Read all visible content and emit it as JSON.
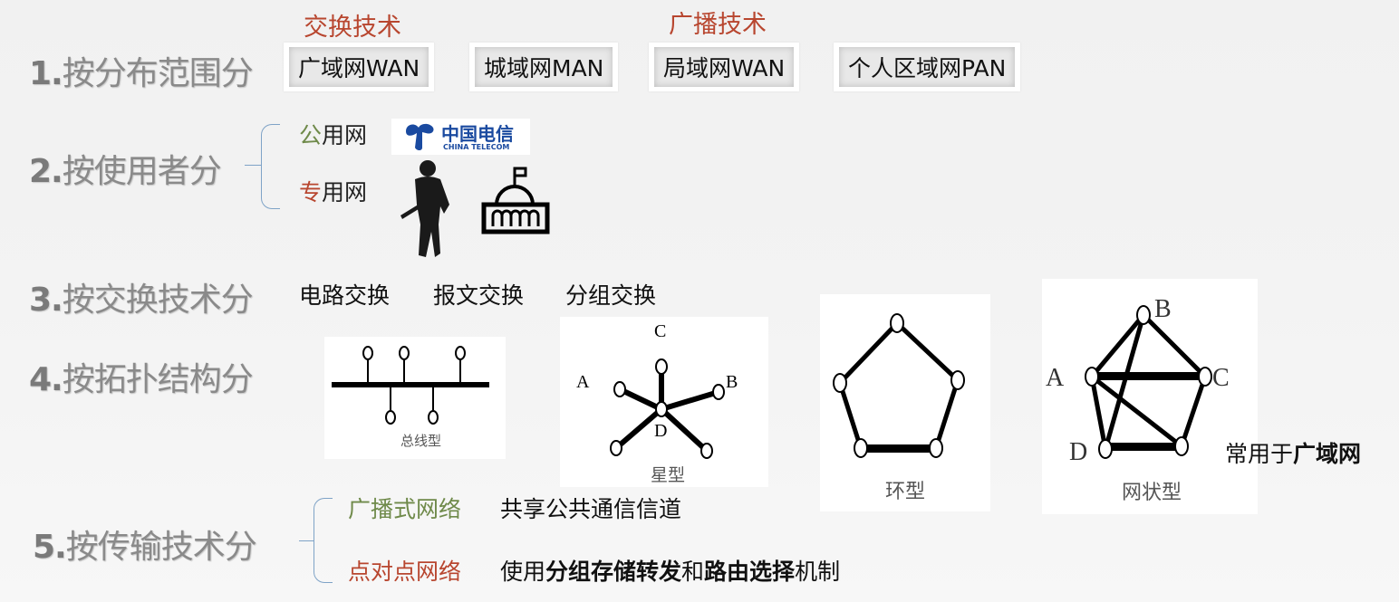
{
  "section1": {
    "heading_num": "1.",
    "heading_text": "按分布范围分",
    "annotation_switching": "交换技术",
    "annotation_broadcast": "广播技术",
    "items": [
      "广域网WAN",
      "城域网MAN",
      "局域网WAN",
      "个人区域网PAN"
    ]
  },
  "section2": {
    "heading_num": "2.",
    "heading_text": "按使用者分",
    "public_prefix": "公",
    "public_suffix": "用网",
    "private_prefix": "专",
    "private_suffix": "用网",
    "logo_cn": "中国电信",
    "logo_en": "CHINA TELECOM",
    "icons": [
      "china-telecom-logo",
      "soldier-icon",
      "government-building-icon"
    ]
  },
  "section3": {
    "heading_num": "3.",
    "heading_text": "按交换技术分",
    "items": [
      "电路交换",
      "报文交换",
      "分组交换"
    ]
  },
  "section4": {
    "heading_num": "4.",
    "heading_text": "按拓扑结构分",
    "bus_caption": "总线型",
    "star_caption": "星型",
    "star_labels": {
      "a": "A",
      "b": "B",
      "c": "C",
      "d": "D"
    },
    "ring_caption": "环型",
    "mesh_caption": "网状型",
    "mesh_labels": {
      "a": "A",
      "b": "B",
      "c": "C",
      "d": "D"
    },
    "mesh_note_prefix": "常用于",
    "mesh_note_bold": "广域网"
  },
  "section5": {
    "heading_num": "5.",
    "heading_text": "按传输技术分",
    "broadcast_label": "广播式网络",
    "broadcast_desc": "共享公共通信信道",
    "p2p_label": "点对点网络",
    "p2p_desc_1": "使用",
    "p2p_desc_bold_1": "分组存储转发",
    "p2p_desc_2": "和",
    "p2p_desc_bold_2": "路由选择",
    "p2p_desc_3": "机制"
  },
  "colors": {
    "red": "#b8462f",
    "green": "#6f8a4a",
    "heading_gray": "#8a8a8a",
    "brace_blue": "#7fa3c7",
    "telecom_blue": "#1a4aa0"
  }
}
